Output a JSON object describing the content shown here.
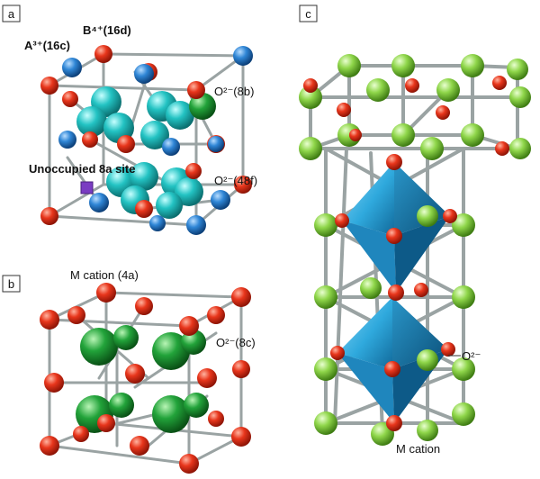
{
  "panels": {
    "a": {
      "letter": "a",
      "labels": {
        "b_site": "B⁴⁺(16d)",
        "a_site": "A³⁺(16c)",
        "o_8b": "O²⁻(8b)",
        "unoccupied": "Unoccupied 8a site",
        "o_48f": "O²⁻(48f)"
      }
    },
    "b": {
      "letter": "b",
      "labels": {
        "m_cation": "M cation (4a)",
        "o_8c": "O²⁻(8c)"
      }
    },
    "c": {
      "letter": "c",
      "labels": {
        "o2": "O²⁻",
        "m_cation": "M cation"
      }
    }
  },
  "colors": {
    "oxygen_red": "#e8361c",
    "a_cation_blue": "#2f86d6",
    "teal_48f": "#23c3c3",
    "green_site": "#22a33a",
    "light_green": "#8fd64a",
    "octahedron_blue": "#2fa9dd",
    "vacancy_purple": "#7a3cc2",
    "bond_grey": "#9aa3a3"
  }
}
